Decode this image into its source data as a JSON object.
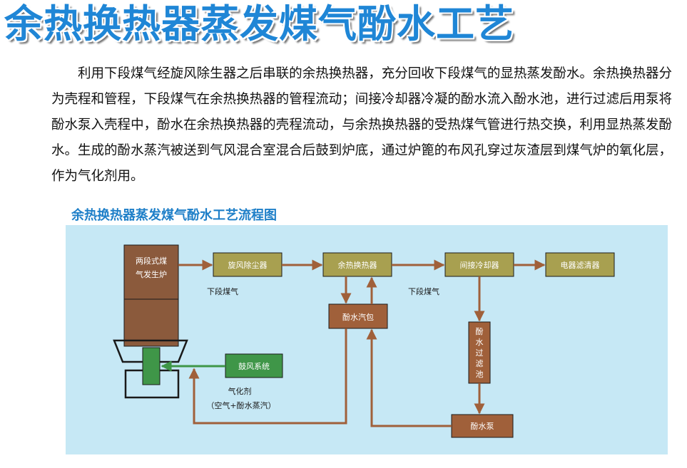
{
  "header": {
    "title": "余热换热器蒸发煤气酚水工艺"
  },
  "intro": {
    "text": "利用下段煤气经旋风除生器之后串联的余热换热器，充分回收下段煤气的显热蒸发酚水。余热换热器分为壳程和管程，下段煤气在余热换热器的管程流动；间接冷却器冷凝的酚水流入酚水池，进行过滤后用泵将酚水泵入壳程中，酚水在余热换热器的壳程流动，与余热换热器的受热煤气管进行热交换，利用显热蒸发酚水。生成的酚水蒸汽被送到气风混合室混合后鼓到炉底，通过炉篦的布风孔穿过灰渣层到煤气炉的氧化层，作为气化剂用。"
  },
  "diagram": {
    "title": "余热换热器蒸发煤气酚水工艺流程图",
    "colors": {
      "background": "#c6e8f5",
      "gasifier_fill": "#8b5a3c",
      "box_fill_olive": "#a8a050",
      "box_fill_brown": "#a0603a",
      "blower_fill": "#3f9648",
      "arrow_brown": "#a0603a",
      "arrow_green": "#3f9648",
      "outline": "#1a1a1a"
    },
    "nodes": {
      "gasifier_line1": "两段式煤",
      "gasifier_line2": "气发生炉",
      "cyclone": "旋风除尘器",
      "heat_exchanger": "余热换热器",
      "indirect_cooler": "间接冷却器",
      "electrostatic_precipitator": "电器滤清器",
      "phenol_drum": "酚水汽包",
      "phenol_pool_filter": "酚水过滤池",
      "phenol_pump": "酚水泵",
      "blower": "鼓风系统"
    },
    "labels": {
      "lower_gas_1": "下段煤气",
      "lower_gas_2": "下段煤气",
      "gasifying_agent": "气化剂",
      "gasifying_agent_detail": "（空气+酚水蒸汽）"
    }
  }
}
